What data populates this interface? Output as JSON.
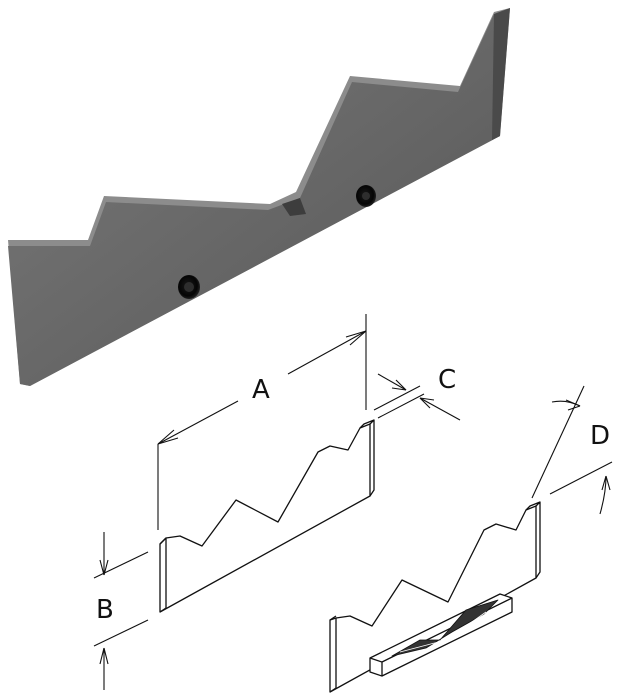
{
  "figure": {
    "photo": "serrated-knife-blade-render",
    "labels": {
      "a": "A",
      "b": "B",
      "c": "C",
      "d": "D"
    },
    "colors": {
      "blade_face": "#6c6c6c",
      "blade_top": "#8a8a8a",
      "blade_edge": "#4a4a4a",
      "line": "#111111"
    }
  }
}
